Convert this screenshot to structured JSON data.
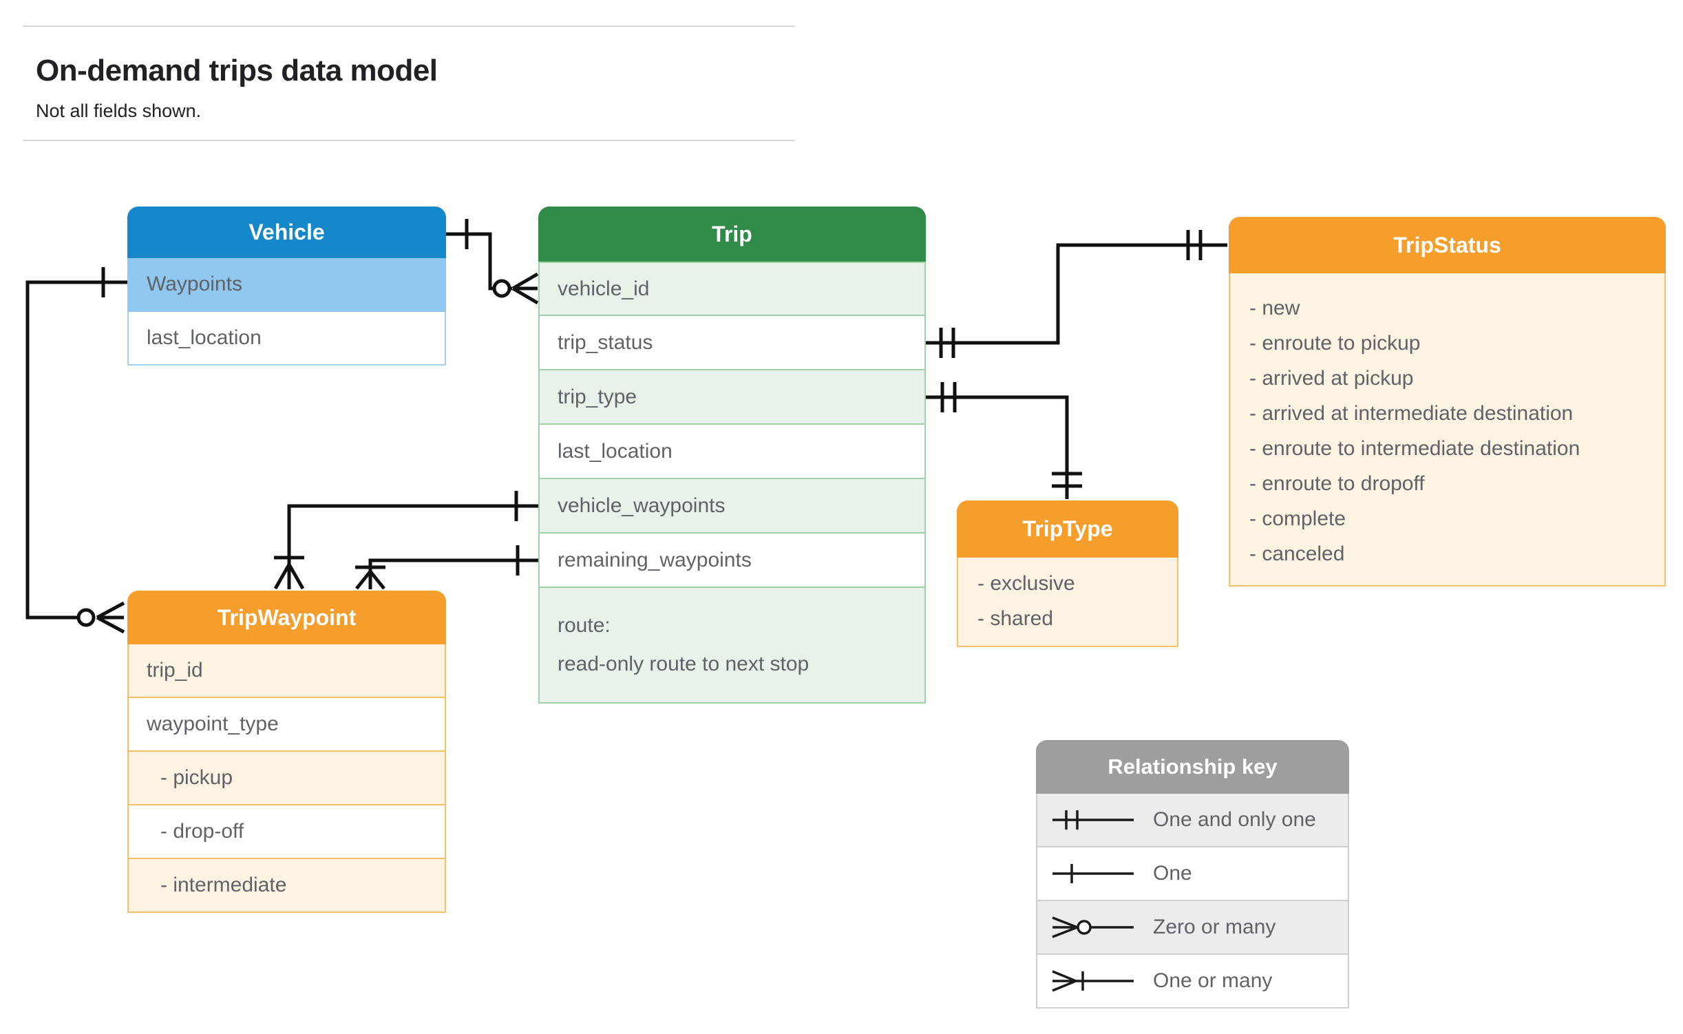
{
  "page": {
    "title": "On-demand trips data model",
    "subtitle": "Not all fields shown."
  },
  "colors": {
    "vehicle_header": "#1587cb",
    "vehicle_row_tint": "#90c7ee",
    "trip_header": "#2f8b47",
    "trip_row_tint": "#e9f2ea",
    "enum_header": "#f69e2b",
    "enum_body": "#fcf3e2",
    "legend_header": "#9e9e9e",
    "legend_row_tint": "#ececec",
    "connector": "#111111",
    "field_text": "#5f6368",
    "title_text": "#202124"
  },
  "entities": {
    "vehicle": {
      "title": "Vehicle",
      "rows": [
        "Waypoints",
        "last_location"
      ]
    },
    "trip": {
      "title": "Trip",
      "rows": [
        "vehicle_id",
        "trip_status",
        "trip_type",
        "last_location",
        "vehicle_waypoints",
        "remaining_waypoints"
      ],
      "route": {
        "label": "route:",
        "description": "read-only route to next stop"
      }
    },
    "tripStatus": {
      "title": "TripStatus",
      "values": [
        "- new",
        "- enroute to pickup",
        "- arrived at pickup",
        "- arrived at intermediate destination",
        "- enroute to intermediate destination",
        "- enroute to dropoff",
        "- complete",
        "- canceled"
      ]
    },
    "tripType": {
      "title": "TripType",
      "values": [
        "- exclusive",
        "- shared"
      ]
    },
    "tripWaypoint": {
      "title": "TripWaypoint",
      "rows": [
        "trip_id",
        "waypoint_type"
      ],
      "values": [
        "- pickup",
        "- drop-off",
        "- intermediate"
      ]
    }
  },
  "legend": {
    "title": "Relationship key",
    "items": [
      {
        "id": "one-and-only-one",
        "label": "One and only one"
      },
      {
        "id": "one",
        "label": "One"
      },
      {
        "id": "zero-or-many",
        "label": "Zero or many"
      },
      {
        "id": "one-or-many",
        "label": "One or many"
      }
    ]
  }
}
